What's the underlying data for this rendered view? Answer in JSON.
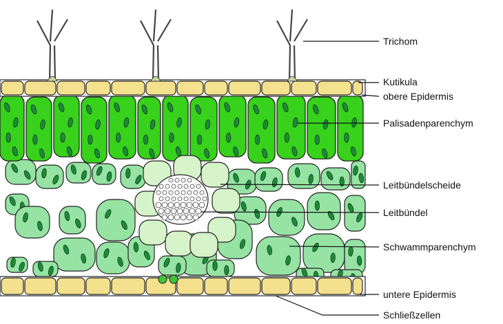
{
  "labels": {
    "trichom": "Trichom",
    "kutikula": "Kutikula",
    "obere_epidermis": "obere Epidermis",
    "palisadenparenchym": "Palisadenparenchym",
    "leitbuendelscheide": "Leitbündelscheide",
    "leitbuendel": "Leitbündel",
    "schwammparenchym": "Schwammparenchym",
    "untere_epidermis": "untere Epidermis",
    "schliesszellen": "Schließzellen"
  },
  "colors": {
    "epidermis": "#f3e18d",
    "palisade": "#38d11c",
    "spongy": "#96e3a4",
    "sheath": "#d6f3c9",
    "chloroplast": "#1f8a3a",
    "guard_cells": "#3fc23a",
    "outline": "#222222",
    "leader_line": "#111111"
  }
}
